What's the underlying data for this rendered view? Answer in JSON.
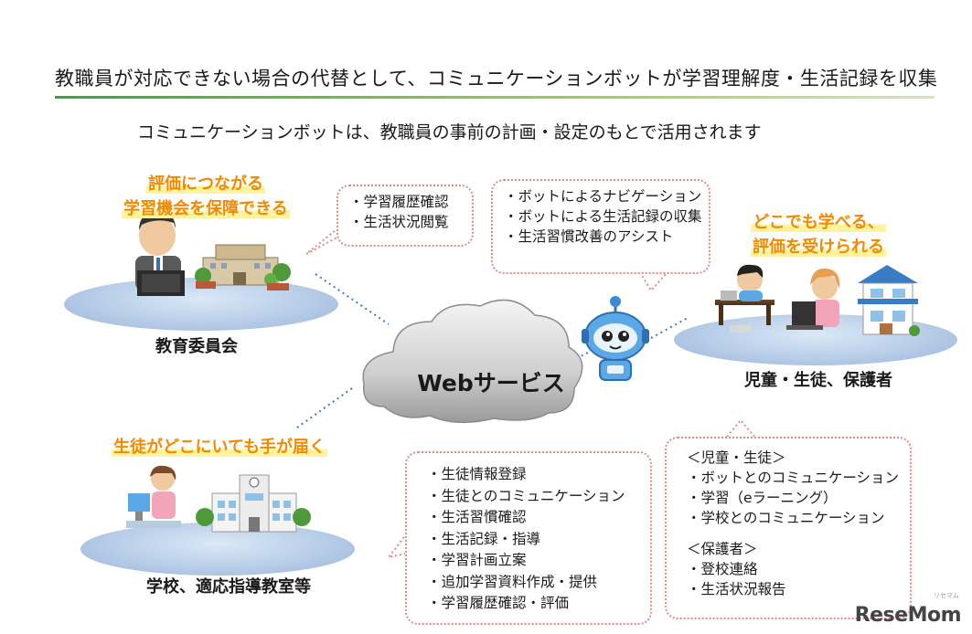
{
  "title": "教職員が対応できない場合の代替として、コミュニケーションボットが学習理解度・生活記録を収集",
  "subtitle": "コミュニケーションボットは、教職員の事前の計画・設定のもとで活用されます",
  "center": {
    "label": "Webサービス"
  },
  "board": {
    "highlight": [
      "評価につながる",
      "学習機会を保障できる"
    ],
    "label": "教育委員会",
    "bubble": [
      "・学習履歴確認",
      "・生活状況閲覧"
    ]
  },
  "bot": {
    "bubble": [
      "・ボットによるナビゲーション",
      "・ボットによる生活記録の収集",
      "・生活習慣改善のアシスト"
    ]
  },
  "family": {
    "highlight": [
      "どこでも学べる、",
      "評価を受けられる"
    ],
    "label": "児童・生徒、保護者",
    "bubble": {
      "students_heading": "＜児童・生徒＞",
      "students": [
        "・ボットとのコミュニケーション",
        "・学習（eラーニング）",
        "・学校とのコミュニケーション"
      ],
      "guardians_heading": "＜保護者＞",
      "guardians": [
        "・登校連絡",
        "・生活状況報告"
      ]
    }
  },
  "school": {
    "highlight": [
      "生徒がどこにいても手が届く"
    ],
    "label": "学校、適応指導教室等",
    "bubble": [
      "・生徒情報登録",
      "・生徒とのコミュニケーション",
      "・生活習慣確認",
      "・生活記録・指導",
      "・学習計画立案",
      "・追加学習資料作成・提供",
      "・学習履歴確認・評価"
    ]
  },
  "watermark": {
    "text": "ReseMom",
    "sub": "リセマム"
  },
  "colors": {
    "highlight": "#f28a00",
    "bubble_border": "#e28a8a",
    "platform": "#b7cde8",
    "title_rule": "#3aa43a"
  }
}
